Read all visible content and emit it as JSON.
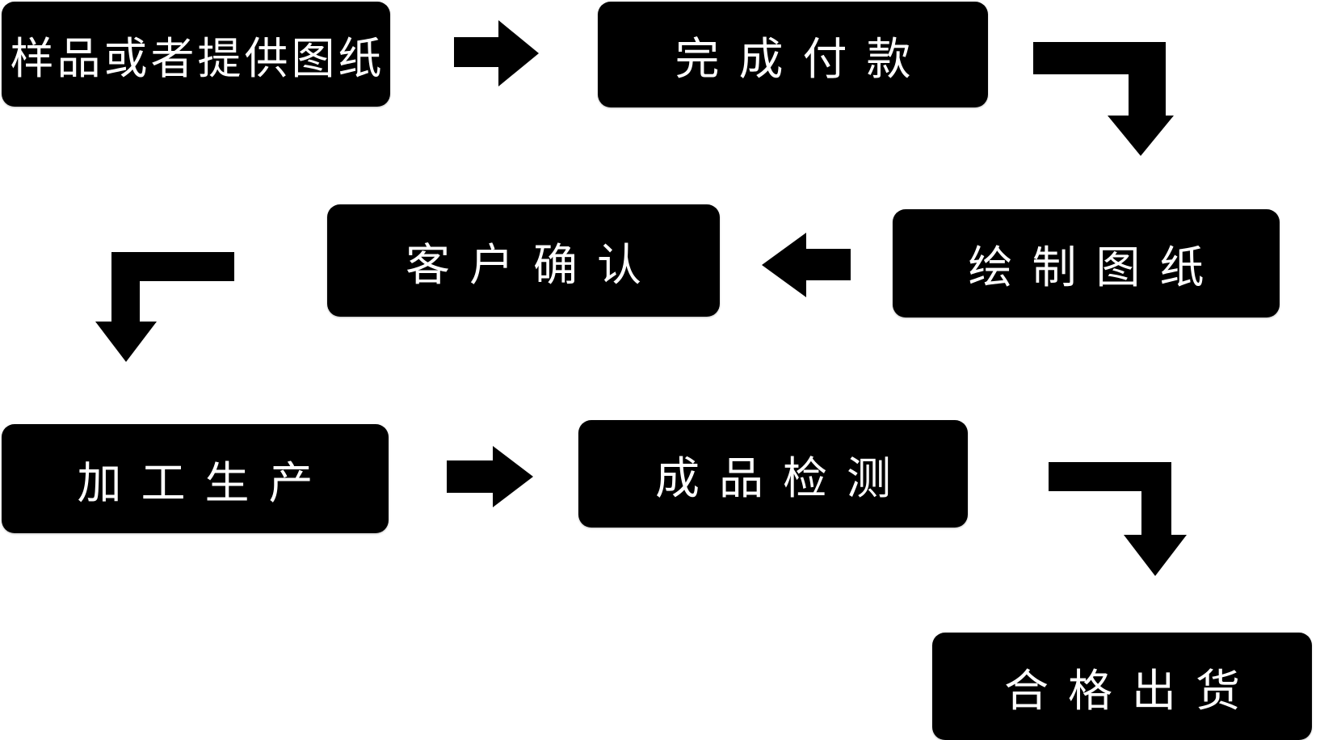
{
  "diagram": {
    "title": "production-process-flowchart",
    "colors": {
      "background": "#ffffff",
      "node_fill": "#000000",
      "node_text": "#ffffff",
      "arrow": "#000000"
    },
    "nodes": [
      {
        "id": "step-1",
        "label": "样品或者提供图纸"
      },
      {
        "id": "step-2",
        "label": "完成付款"
      },
      {
        "id": "step-3",
        "label": "绘制图纸"
      },
      {
        "id": "step-4",
        "label": "客户确认"
      },
      {
        "id": "step-5",
        "label": "加工生产"
      },
      {
        "id": "step-6",
        "label": "成品检测"
      },
      {
        "id": "step-7",
        "label": "合格出货"
      }
    ],
    "edges": [
      {
        "from": "样品或者提供图纸",
        "to": "完成付款",
        "shape": "straight-right-arrow"
      },
      {
        "from": "完成付款",
        "to": "绘制图纸",
        "shape": "elbow-right-then-down-arrow"
      },
      {
        "from": "绘制图纸",
        "to": "客户确认",
        "shape": "straight-left-arrow"
      },
      {
        "from": "客户确认",
        "to": "加工生产",
        "shape": "elbow-left-then-down-arrow"
      },
      {
        "from": "加工生产",
        "to": "成品检测",
        "shape": "straight-right-arrow"
      },
      {
        "from": "成品检测",
        "to": "合格出货",
        "shape": "elbow-right-then-down-arrow"
      }
    ]
  }
}
